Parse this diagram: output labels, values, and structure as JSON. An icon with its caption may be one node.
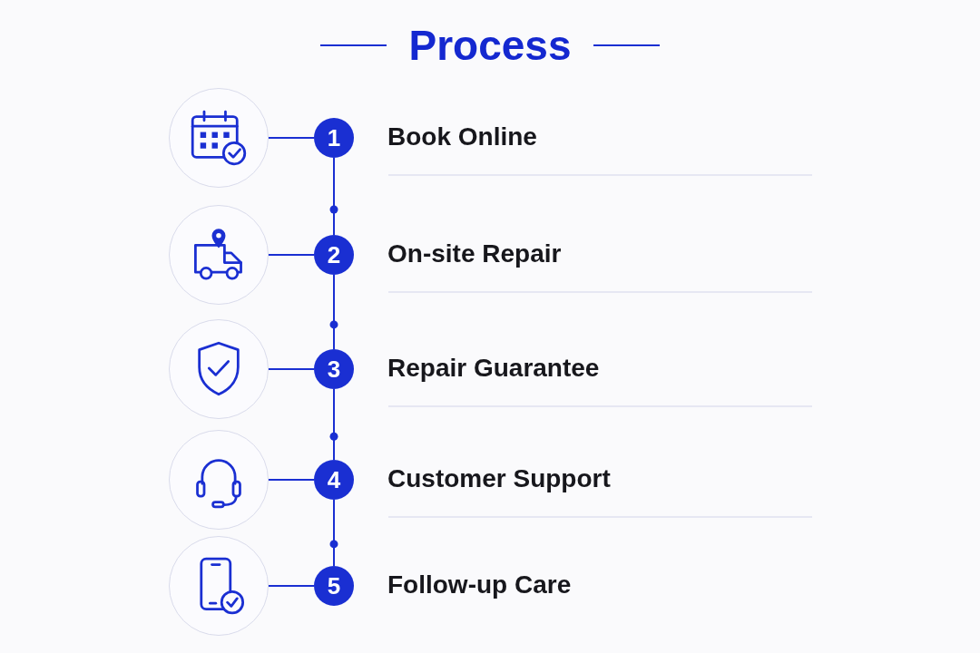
{
  "diagram": {
    "title": "Process",
    "nodes": [
      {
        "text": [],
        "shape": "circle"
      },
      {
        "text": [
          "1"
        ],
        "beside": [
          "Book Online"
        ]
      },
      {
        "text": [],
        "shape": "circle"
      },
      {
        "text": [
          "2"
        ],
        "beside": [
          "On-site Repair"
        ]
      },
      {
        "text": [],
        "shape": "circle"
      },
      {
        "text": [
          "3"
        ],
        "beside": [
          "Repair Guarantee"
        ]
      },
      {
        "text": [],
        "shape": "circle"
      },
      {
        "text": [
          "4"
        ],
        "beside": [
          "Customer Support"
        ]
      },
      {
        "text": [],
        "shape": "circle"
      },
      {
        "text": [
          "5"
        ],
        "beside": [
          "Follow-up Care"
        ]
      }
    ],
    "edges": [
      {
        "from": 0,
        "to": 1,
        "arrow": "none"
      },
      {
        "from": 1,
        "to": 3,
        "arrow": "none"
      },
      {
        "from": 2,
        "to": 3,
        "arrow": "none"
      },
      {
        "from": 3,
        "to": 5,
        "arrow": "none"
      },
      {
        "from": 4,
        "to": 5,
        "arrow": "none"
      },
      {
        "from": 5,
        "to": 7,
        "arrow": "none"
      },
      {
        "from": 6,
        "to": 7,
        "arrow": "none"
      },
      {
        "from": 7,
        "to": 9,
        "arrow": "none"
      },
      {
        "from": 8,
        "to": 9,
        "arrow": "none"
      }
    ]
  }
}
